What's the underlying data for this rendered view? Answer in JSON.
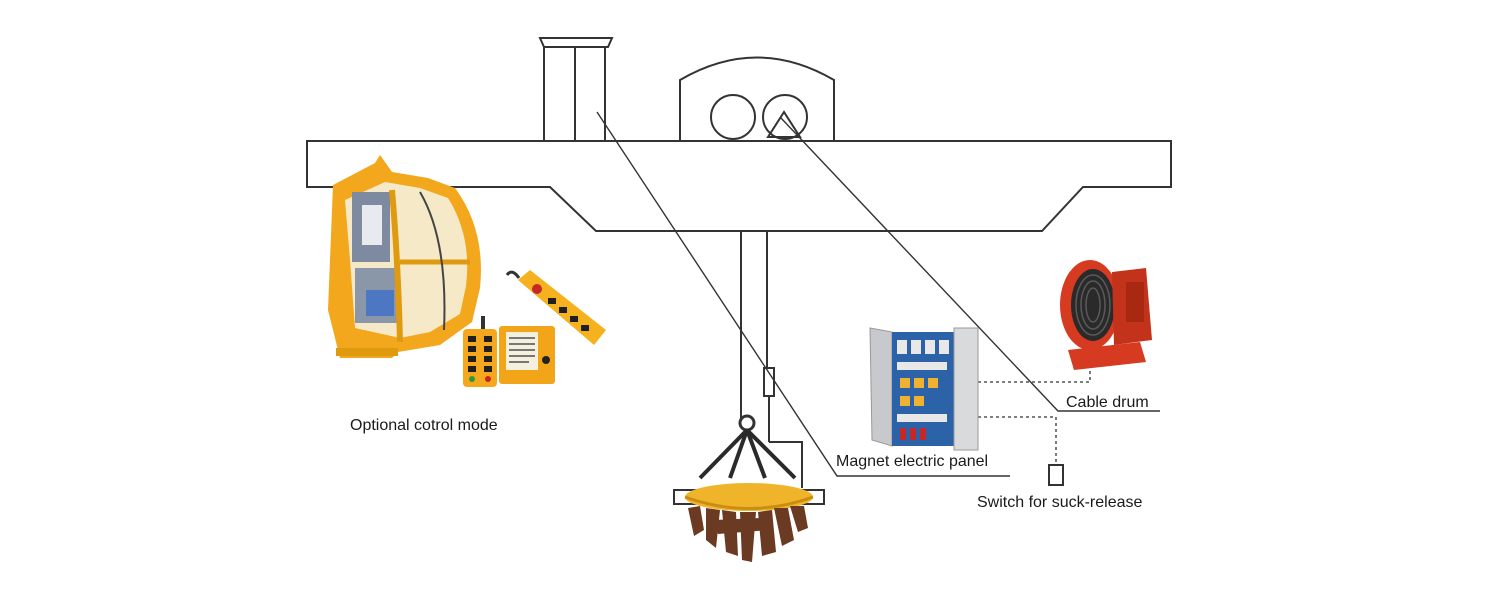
{
  "labels": {
    "control": "Optional cotrol mode",
    "magnet_panel": "Magnet electric panel",
    "cable_drum": "Cable drum",
    "switch": "Switch for suck-release"
  },
  "colors": {
    "line": "#333333",
    "cab_frame": "#f2a71c",
    "remote_body": "#f5a81e",
    "drum_red": "#d63a20",
    "magnet_yellow": "#f0b42a",
    "scrap": "#6b3a22",
    "cabinet": "#d9dadc",
    "panel_blue": "#2c62a8"
  },
  "icons": [
    "operator-cab-icon",
    "radio-remote-icon",
    "pendant-control-icon",
    "electric-cabinet-icon",
    "cable-drum-icon",
    "lifting-magnet-icon"
  ]
}
